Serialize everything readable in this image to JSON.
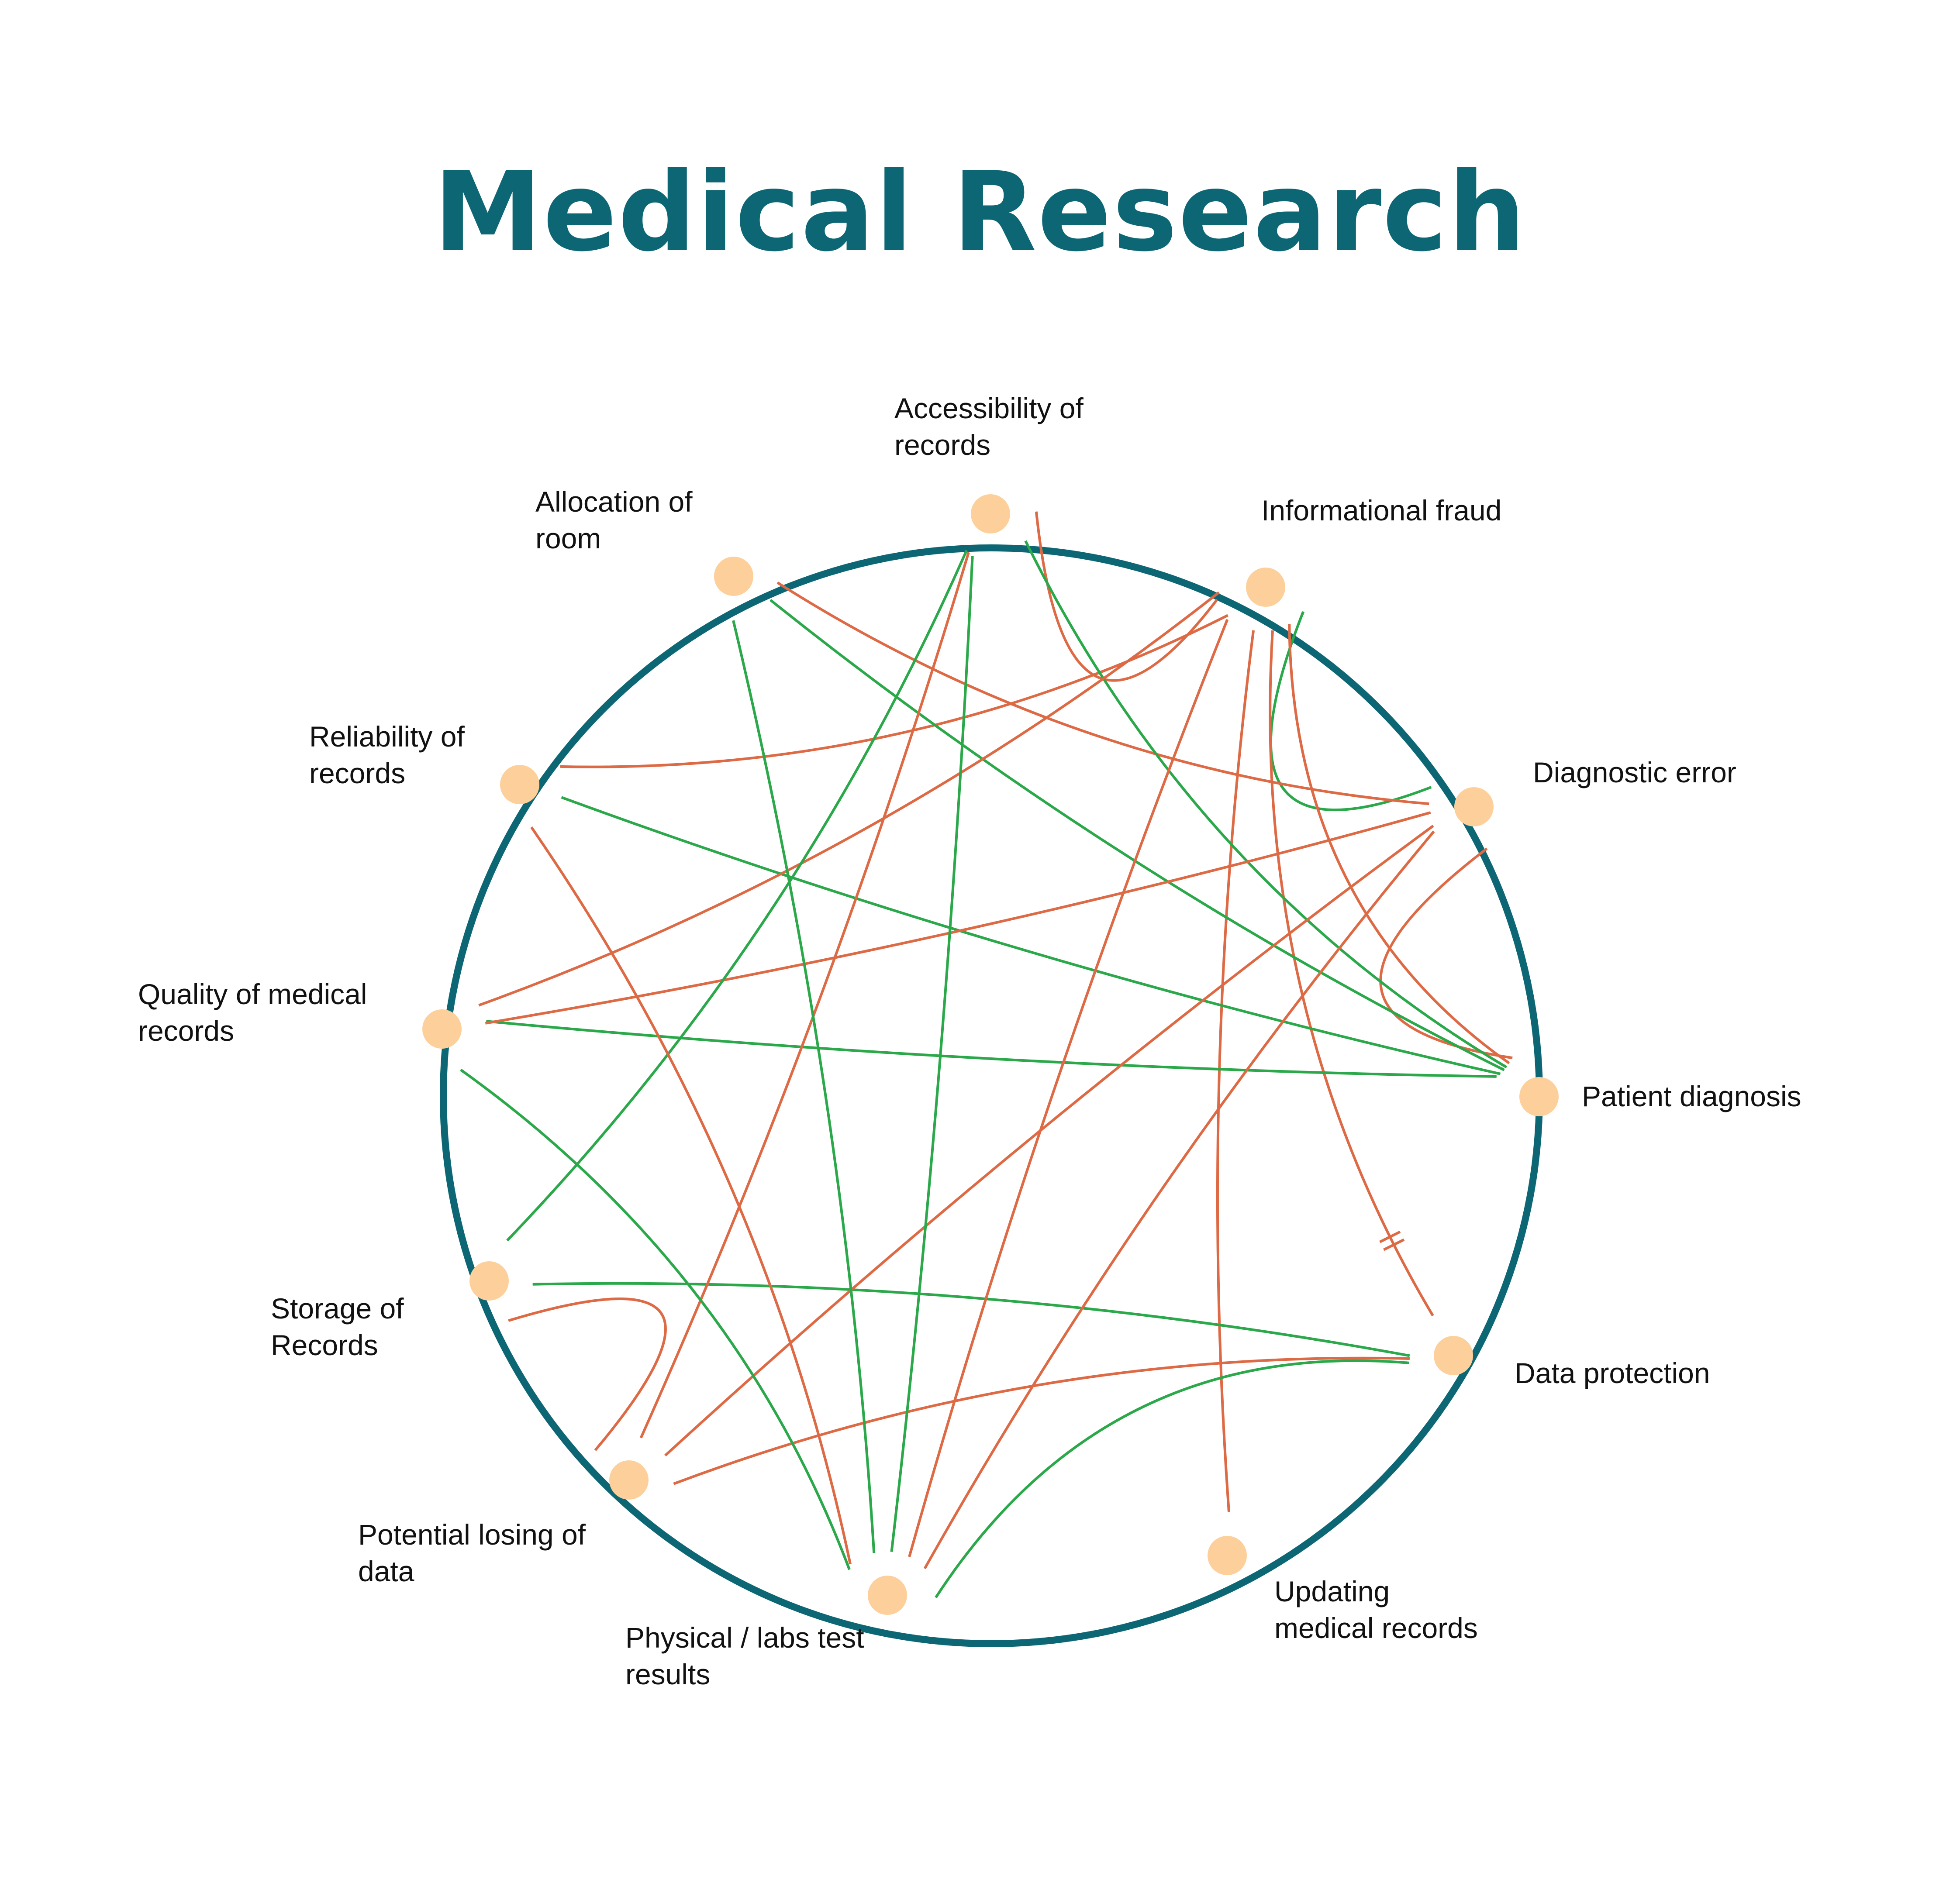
{
  "title": "Medical Research",
  "colors": {
    "ring": "#0c6673",
    "node": "#fdd09b",
    "positive": "#2aa84a",
    "negative": "#dd6a45",
    "title": "#0c6673",
    "text": "#111111"
  },
  "nodes": [
    {
      "id": "accessibility",
      "label_lines": [
        "Accessibility of",
        "records"
      ]
    },
    {
      "id": "fraud",
      "label_lines": [
        "Informational fraud"
      ]
    },
    {
      "id": "diag_error",
      "label_lines": [
        "Diagnostic error"
      ]
    },
    {
      "id": "patient_diag",
      "label_lines": [
        "Patient diagnosis"
      ]
    },
    {
      "id": "data_protection",
      "label_lines": [
        "Data protection"
      ]
    },
    {
      "id": "updating",
      "label_lines": [
        "Updating",
        "medical records"
      ]
    },
    {
      "id": "physical",
      "label_lines": [
        "Physical / labs test",
        "results"
      ]
    },
    {
      "id": "losing",
      "label_lines": [
        "Potential losing of",
        "data"
      ]
    },
    {
      "id": "storage",
      "label_lines": [
        "Storage of",
        "Records"
      ]
    },
    {
      "id": "quality",
      "label_lines": [
        "Quality of medical",
        "records"
      ]
    },
    {
      "id": "reliability",
      "label_lines": [
        "Reliability of",
        "records"
      ]
    },
    {
      "id": "allocation",
      "label_lines": [
        "Allocation of",
        "room"
      ]
    }
  ],
  "links": [
    {
      "from": "fraud",
      "to": "accessibility",
      "polarity": "negative"
    },
    {
      "from": "fraud",
      "to": "reliability",
      "polarity": "negative"
    },
    {
      "from": "diag_error",
      "to": "fraud",
      "polarity": "positive"
    },
    {
      "from": "diag_error",
      "to": "allocation",
      "polarity": "negative"
    },
    {
      "from": "diag_error",
      "to": "patient_diag",
      "polarity": "negative"
    },
    {
      "from": "fraud",
      "to": "patient_diag",
      "polarity": "negative"
    },
    {
      "from": "fraud",
      "to": "data_protection",
      "polarity": "negative",
      "delay": true
    },
    {
      "from": "fraud",
      "to": "updating",
      "polarity": "negative"
    },
    {
      "from": "accessibility",
      "to": "patient_diag",
      "polarity": "positive"
    },
    {
      "from": "allocation",
      "to": "patient_diag",
      "polarity": "positive"
    },
    {
      "from": "reliability",
      "to": "patient_diag",
      "polarity": "positive"
    },
    {
      "from": "quality",
      "to": "patient_diag",
      "polarity": "positive"
    },
    {
      "from": "quality",
      "to": "fraud",
      "polarity": "negative"
    },
    {
      "from": "quality",
      "to": "diag_error",
      "polarity": "negative"
    },
    {
      "from": "storage",
      "to": "accessibility",
      "polarity": "positive"
    },
    {
      "from": "storage",
      "to": "data_protection",
      "polarity": "positive"
    },
    {
      "from": "losing",
      "to": "storage",
      "polarity": "negative"
    },
    {
      "from": "losing",
      "to": "accessibility",
      "polarity": "negative"
    },
    {
      "from": "losing",
      "to": "diag_error",
      "polarity": "negative"
    },
    {
      "from": "losing",
      "to": "data_protection",
      "polarity": "negative"
    },
    {
      "from": "physical",
      "to": "reliability",
      "polarity": "negative"
    },
    {
      "from": "physical",
      "to": "quality",
      "polarity": "positive"
    },
    {
      "from": "physical",
      "to": "allocation",
      "polarity": "positive"
    },
    {
      "from": "physical",
      "to": "accessibility",
      "polarity": "positive"
    },
    {
      "from": "physical",
      "to": "fraud",
      "polarity": "negative"
    },
    {
      "from": "physical",
      "to": "diag_error",
      "polarity": "negative"
    },
    {
      "from": "physical",
      "to": "data_protection",
      "polarity": "positive"
    }
  ]
}
